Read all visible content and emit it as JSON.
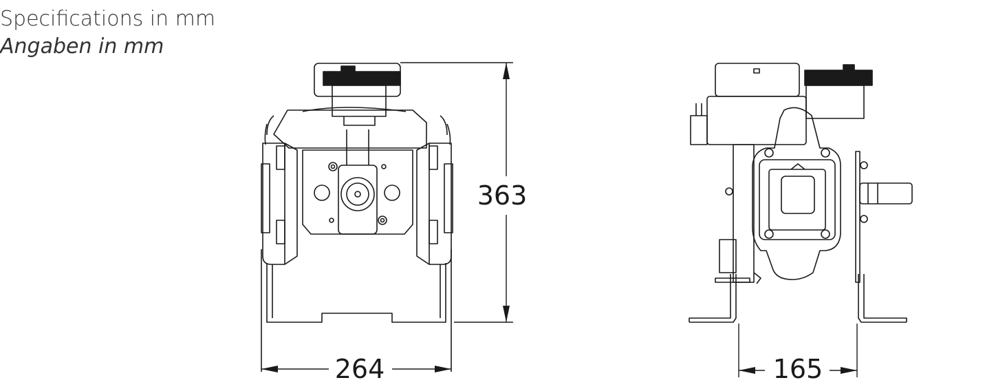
{
  "heading": {
    "en": "Specifications in mm",
    "de": "Angaben in mm"
  },
  "dimensions": {
    "front_width": "264",
    "front_height": "363",
    "side_width": "165"
  },
  "colors": {
    "line": "#1a1a1a",
    "background": "#ffffff"
  }
}
